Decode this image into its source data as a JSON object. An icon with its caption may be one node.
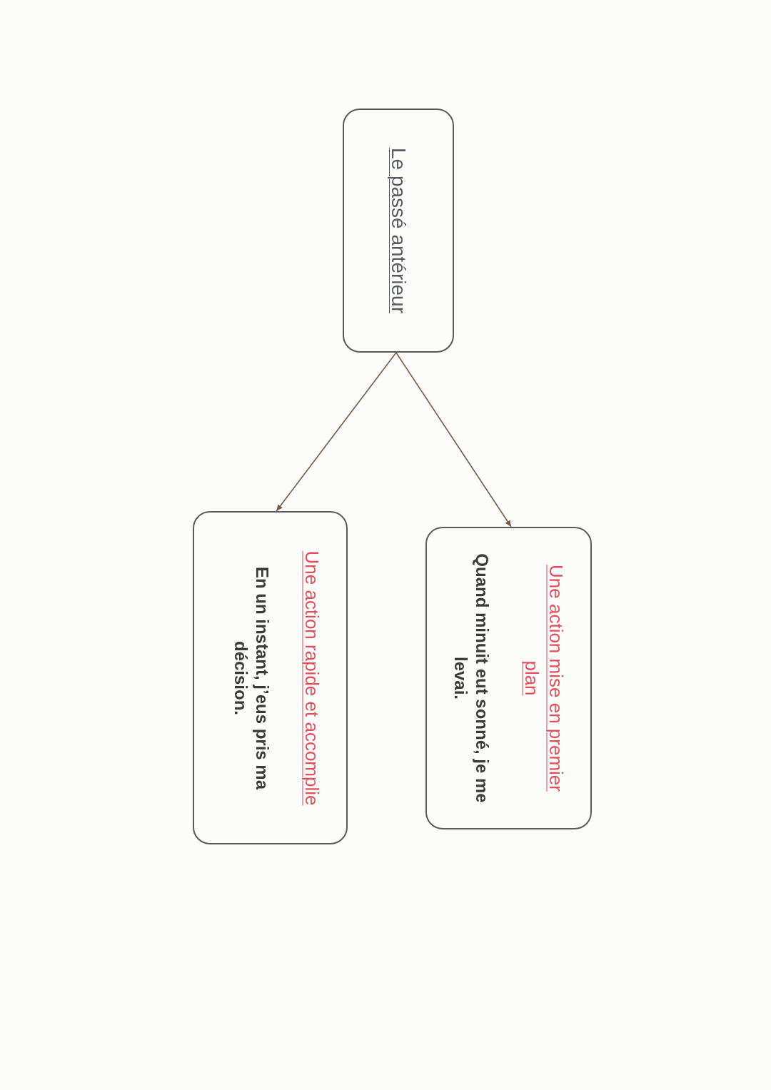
{
  "diagram": {
    "nodes": [
      {
        "text": [
          "Le passé antérieur"
        ]
      },
      {
        "text": [
          "Une action mise en premier plan",
          "Quand minuit eut sonné, je me levai."
        ]
      },
      {
        "text": [
          "Une action rapide et accomplie",
          "En un instant, j’eus pris ma décision."
        ]
      }
    ],
    "edges": [
      {
        "from": 0,
        "to": 1,
        "arrow": "to"
      },
      {
        "from": 0,
        "to": 2,
        "arrow": "to"
      }
    ]
  }
}
